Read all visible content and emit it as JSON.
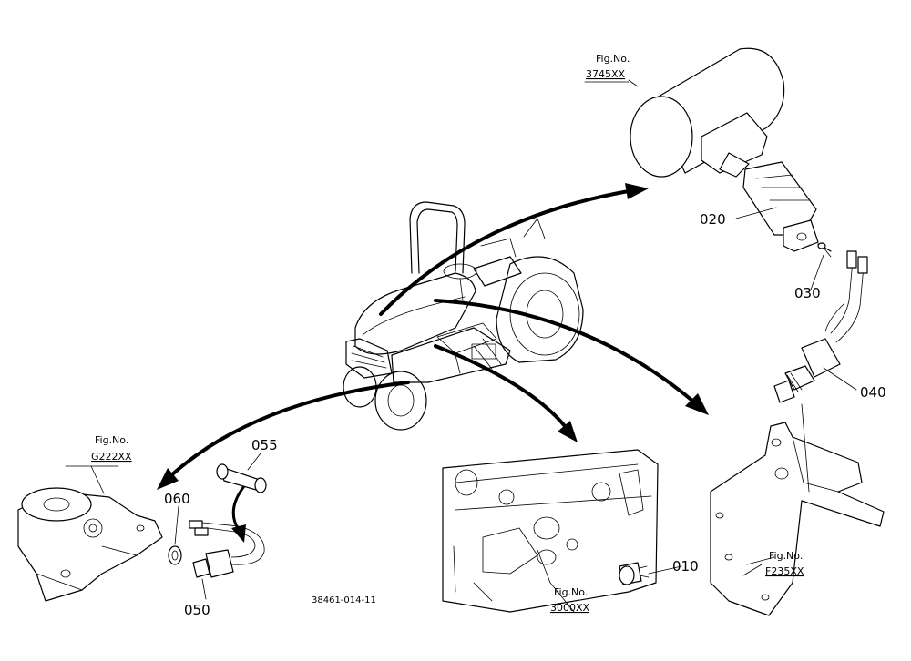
{
  "parts": {
    "p010": "010",
    "p020": "020",
    "p030": "030",
    "p040": "040",
    "p050": "050",
    "p055": "055",
    "p060": "060"
  },
  "fig_refs": {
    "fig_label": "Fig.No.",
    "r3745": "3745XX",
    "rG222": "G222XX",
    "r3000": "3000XX",
    "rF235": "F235XX"
  },
  "drawing_id": "38461-014-11"
}
